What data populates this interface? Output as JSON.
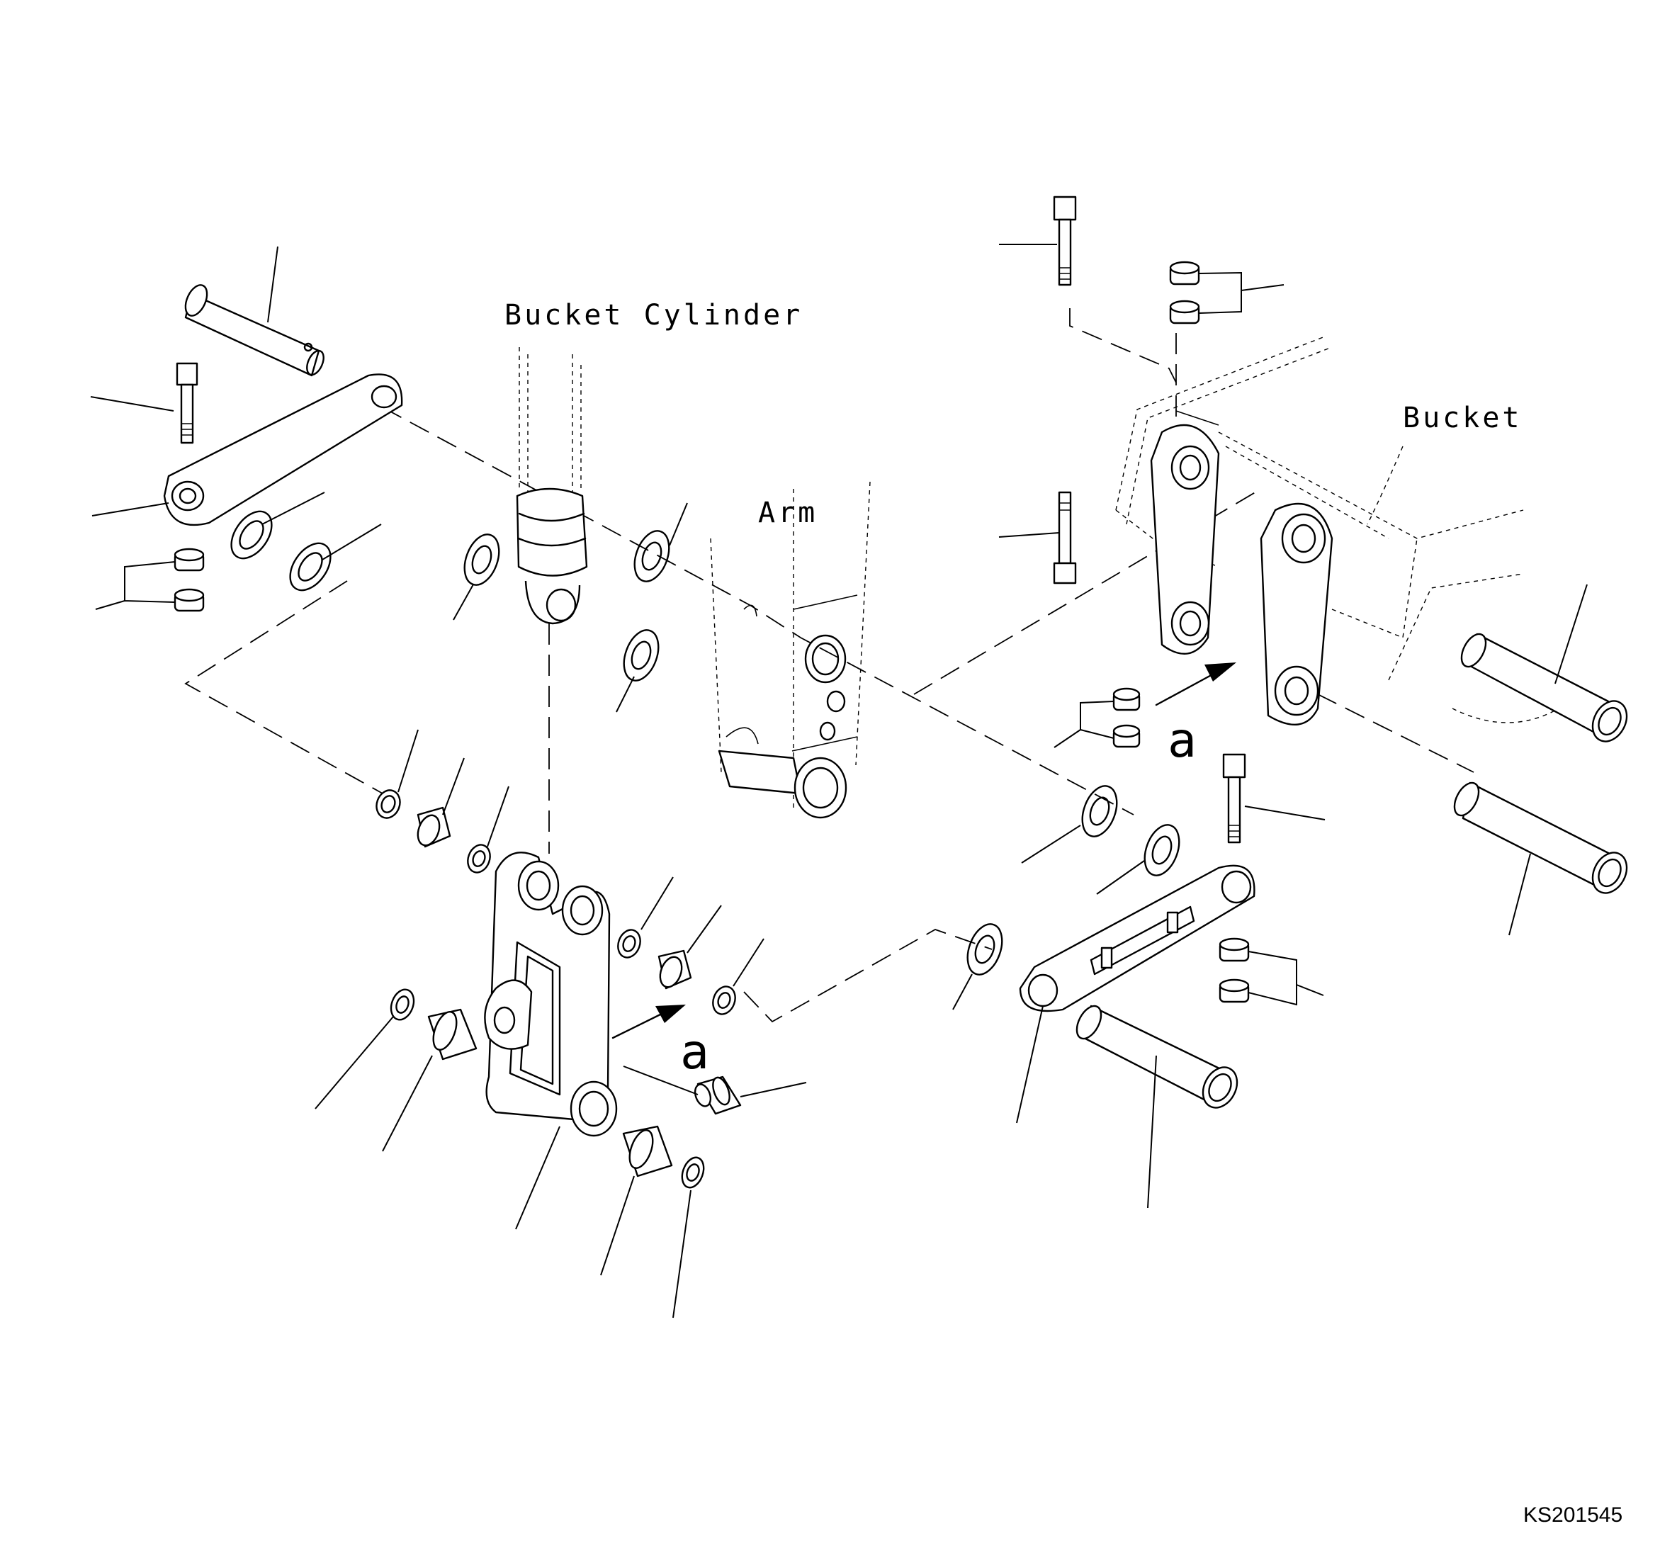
{
  "labels": {
    "bucket_cylinder": "Bucket Cylinder",
    "arm": "Arm",
    "bucket": "Bucket",
    "marker_a": "a",
    "drawing_code": "KS201545"
  },
  "colors": {
    "line": "#000000",
    "background": "#ffffff"
  }
}
